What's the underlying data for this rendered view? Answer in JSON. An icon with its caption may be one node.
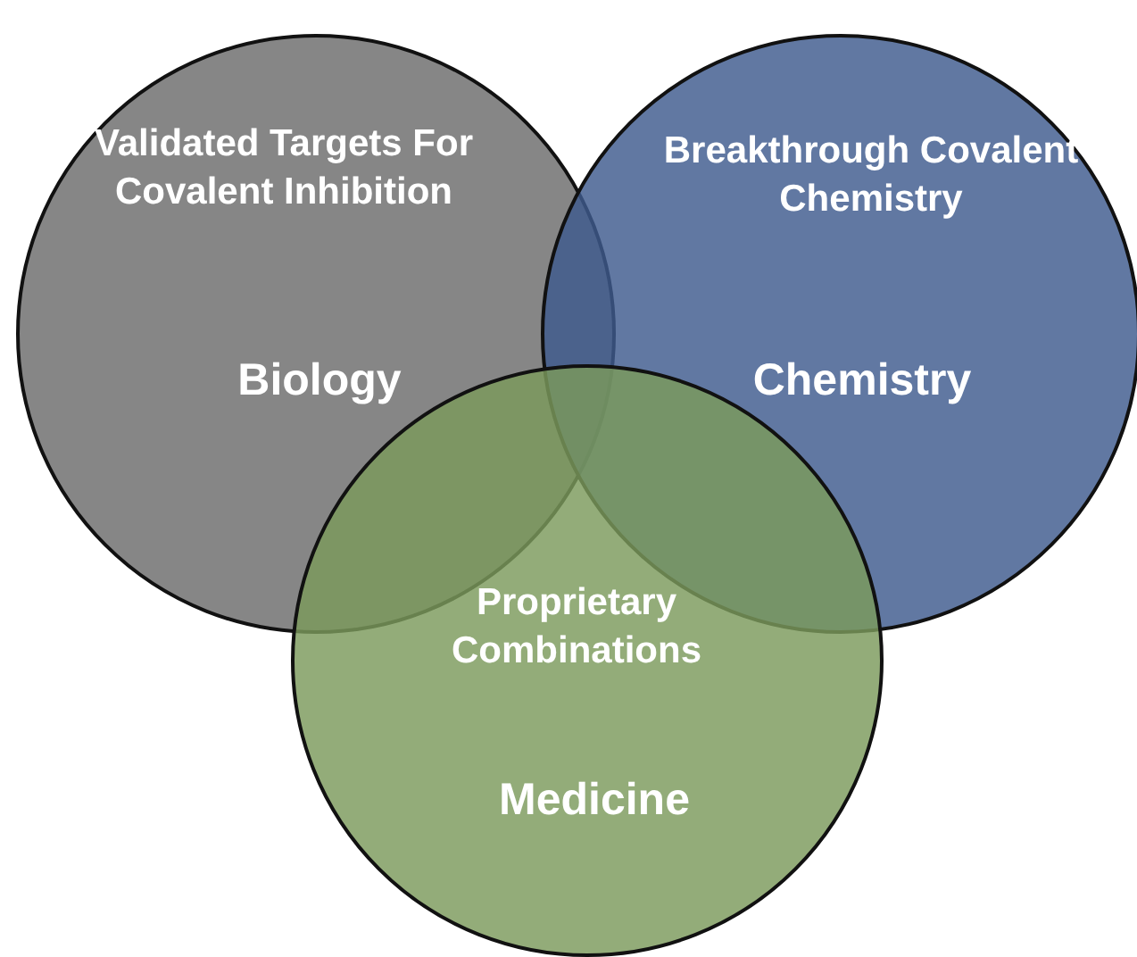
{
  "diagram": {
    "nodes": [
      {
        "text": [
          "Validated Targets For Covalent Inhibition",
          "Biology"
        ]
      },
      {
        "text": [
          "Breakthrough Covalent Chemistry",
          "Chemistry"
        ]
      },
      {
        "text": [
          "Proprietary Combinations",
          "Medicine"
        ]
      }
    ]
  }
}
